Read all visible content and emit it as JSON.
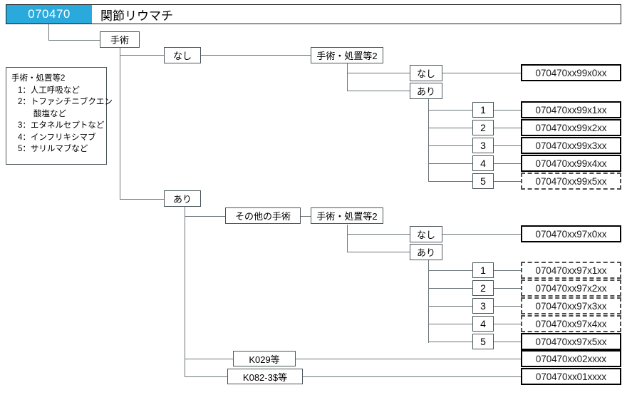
{
  "header": {
    "code": "070470",
    "title": "関節リウマチ"
  },
  "legend": {
    "title": "手術・処置等2",
    "items": [
      "1：人工呼吸など",
      "2：トファシチニブクエン",
      "酸塩など",
      "3：エタネルセプトなど",
      "4：インフリキシマブ",
      "5：サリルマブなど"
    ]
  },
  "labels": {
    "surgery": "手術",
    "nashi": "なし",
    "ari": "あり",
    "proc2": "手術・処置等2",
    "other_surgery": "その他の手術",
    "k029": "K029等",
    "k0823": "K082-3$等",
    "n1": "1",
    "n2": "2",
    "n3": "3",
    "n4": "4",
    "n5": "5"
  },
  "codes": {
    "upper_nashi": "070470xx99x0xx",
    "upper_1": "070470xx99x1xx",
    "upper_2": "070470xx99x2xx",
    "upper_3": "070470xx99x3xx",
    "upper_4": "070470xx99x4xx",
    "upper_5": "070470xx99x5xx",
    "lower_nashi": "070470xx97x0xx",
    "lower_1": "070470xx97x1xx",
    "lower_2": "070470xx97x2xx",
    "lower_3": "070470xx97x3xx",
    "lower_4": "070470xx97x4xx",
    "lower_5": "070470xx97x5xx",
    "k029_code": "070470xx02xxxx",
    "k0823_code": "070470xx01xxxx"
  },
  "colors": {
    "accent": "#29a9dc",
    "border": "#4a5558",
    "code_border": "#000000",
    "line": "#6b7578"
  }
}
